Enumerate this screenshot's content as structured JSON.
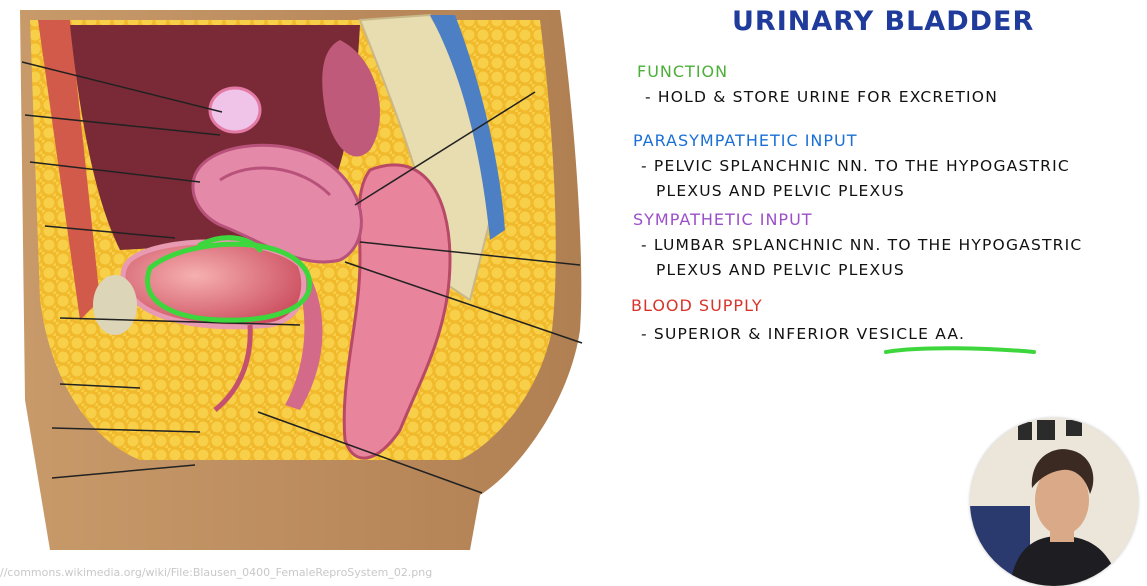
{
  "title": "URINARY BLADDER",
  "sections": [
    {
      "heading": "FUNCTION",
      "color": "#4caf3a",
      "lines": [
        "- HOLD & STORE URINE FOR EXCRETION"
      ]
    },
    {
      "heading": "PARASYMPATHETIC INPUT",
      "color": "#1a6fd6",
      "lines": [
        "- PELVIC SPLANCHNIC NN. TO THE HYPOGASTRIC",
        "PLEXUS AND PELVIC PLEXUS"
      ]
    },
    {
      "heading": "SYMPATHETIC INPUT",
      "color": "#9b4fc9",
      "lines": [
        "- LUMBAR SPLANCHNIC NN. TO THE HYPOGASTRIC",
        "PLEXUS AND PELVIC PLEXUS"
      ]
    },
    {
      "heading": "BLOOD SUPPLY",
      "color": "#d9342b",
      "lines": [
        "- SUPERIOR & INFERIOR VESICLE AA."
      ]
    }
  ],
  "source_url": "//commons.wikimedia.org/wiki/File:Blausen_0400_FemaleReproSystem_02.png",
  "colors": {
    "highlight": "#3dd63d",
    "title": "#1f3b9c"
  }
}
